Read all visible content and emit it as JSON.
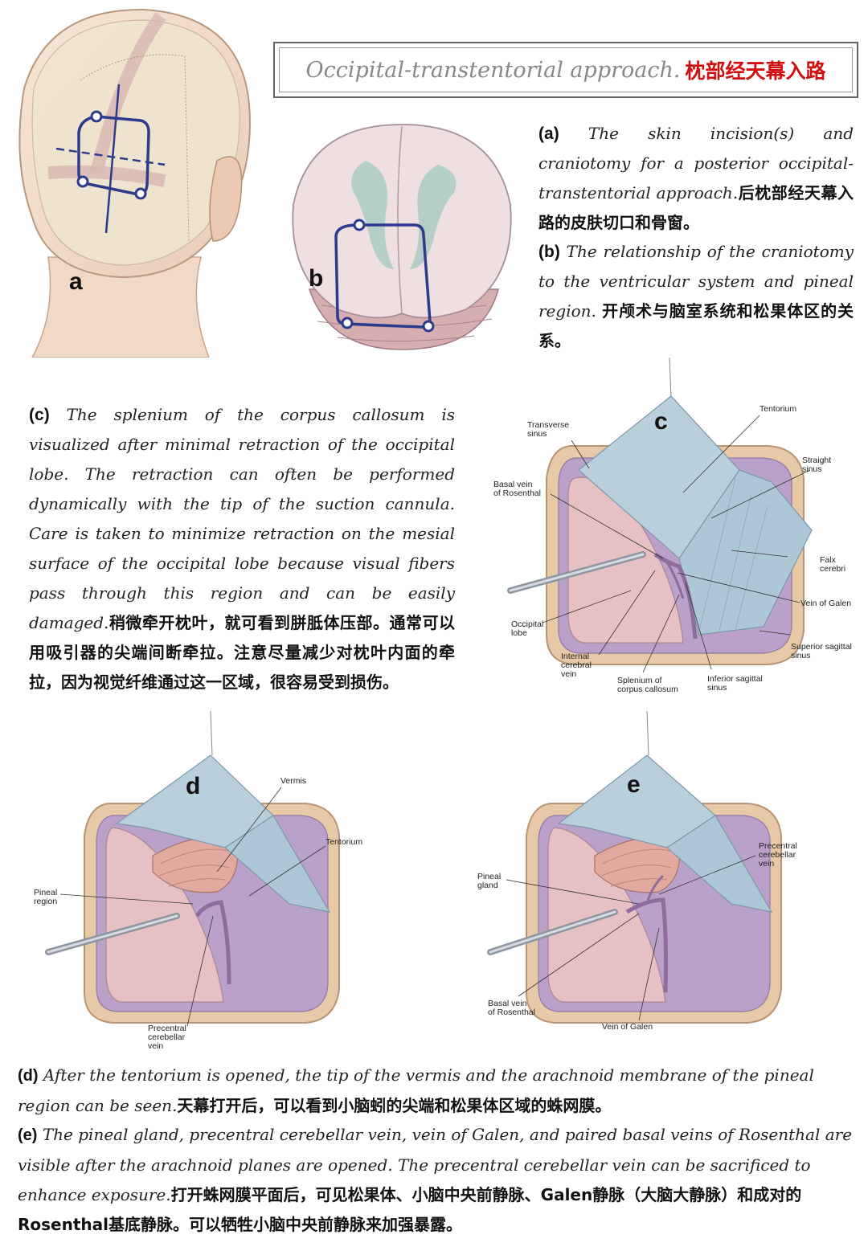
{
  "title": {
    "en": "Occipital-transtentorial approach.",
    "cn": "枕部经天幕入路"
  },
  "figure_letters": {
    "a": "a",
    "b": "b",
    "c": "c",
    "d": "d",
    "e": "e"
  },
  "captions": {
    "a": {
      "tag": "a",
      "en": "The skin incision(s) and craniotomy for a posterior occipital-transtentorial approach.",
      "cn": "后枕部经天幕入路的皮肤切口和骨窗。"
    },
    "b": {
      "tag": "b",
      "en": "The relationship of the craniotomy to the ventricular system and pineal region.",
      "cn": "开颅术与脑室系统和松果体区的关系。"
    },
    "c": {
      "tag": "c",
      "en": "The splenium of the corpus callosum is visualized after minimal retraction of the occipital lobe. The retraction can often be performed dynamically with the tip of the suction cannula. Care is taken to minimize retraction on the mesial surface of the occipital lobe because visual fibers pass through this region and can be easily damaged.",
      "cn": "稍微牵开枕叶，就可看到胼胝体压部。通常可以用吸引器的尖端间断牵拉。注意尽量减少对枕叶内面的牵拉，因为视觉纤维通过这一区域，很容易受到损伤。"
    },
    "d": {
      "tag": "d",
      "en": "After the tentorium is opened, the tip of the vermis and the arachnoid membrane of the pineal region can be seen.",
      "cn": "天幕打开后，可以看到小脑蚓的尖端和松果体区域的蛛网膜。"
    },
    "e": {
      "tag": "e",
      "en": "The pineal gland, precentral cerebellar vein, vein of Galen, and paired basal veins of Rosenthal are visible after the arachnoid planes are opened. The precentral cerebellar vein can be sacrificed to enhance exposure.",
      "cn": "打开蛛网膜平面后，可见松果体、小脑中央前静脉、Galen静脉（大脑大静脉）和成对的Rosenthal基底静脉。可以牺牲小脑中央前静脉来加强暴露。"
    }
  },
  "labels_c": {
    "tentorium": "Tentorium",
    "transverse_sinus": "Transverse\nsinus",
    "straight_sinus": "Straight\nsinus",
    "basal_vein": "Basal vein\nof Rosenthal",
    "falx": "Falx\ncerebri",
    "vein_galen": "Vein of Galen",
    "occipital_lobe": "Occipital\nlobe",
    "superior_sagittal": "Superior sagittal\nsinus",
    "internal_cerebral": "Internal\ncerebral\nvein",
    "splenium": "Splenium of\ncorpus callosum",
    "inferior_sagittal": "Inferior sagittal\nsinus"
  },
  "labels_d": {
    "vermis": "Vermis",
    "tentorium": "Tentorium",
    "pineal_region": "Pineal\nregion",
    "precentral": "Precentral\ncerebellar\nvein"
  },
  "labels_e": {
    "precentral": "Precentral\ncerebellar\nvein",
    "pineal_gland": "Pineal\ngland",
    "basal_vein": "Basal vein\nof Rosenthal",
    "vein_galen": "Vein of Galen"
  }
}
